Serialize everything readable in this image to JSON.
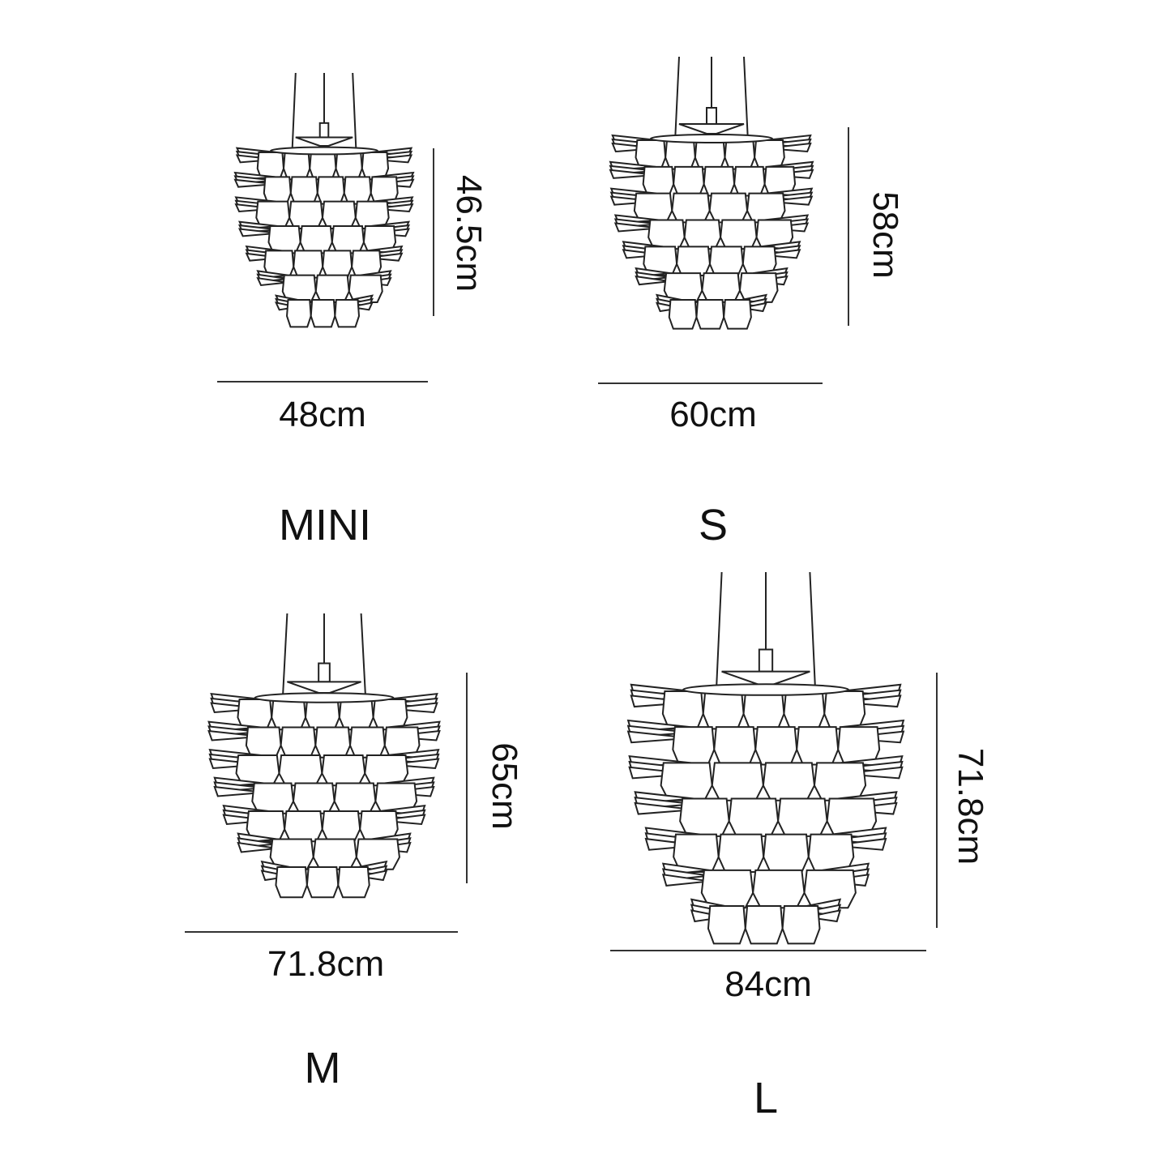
{
  "lamps": [
    {
      "size": "MINI",
      "width_label": "48cm",
      "height_label": "46.5cm",
      "width_cm": 48,
      "height_cm": 46.5
    },
    {
      "size": "S",
      "width_label": "60cm",
      "height_label": "58cm",
      "width_cm": 60,
      "height_cm": 58
    },
    {
      "size": "M",
      "width_label": "71.8cm",
      "height_label": "65cm",
      "width_cm": 71.8,
      "height_cm": 65
    },
    {
      "size": "L",
      "width_label": "84cm",
      "height_label": "71.8cm",
      "width_cm": 84,
      "height_cm": 71.8
    }
  ]
}
